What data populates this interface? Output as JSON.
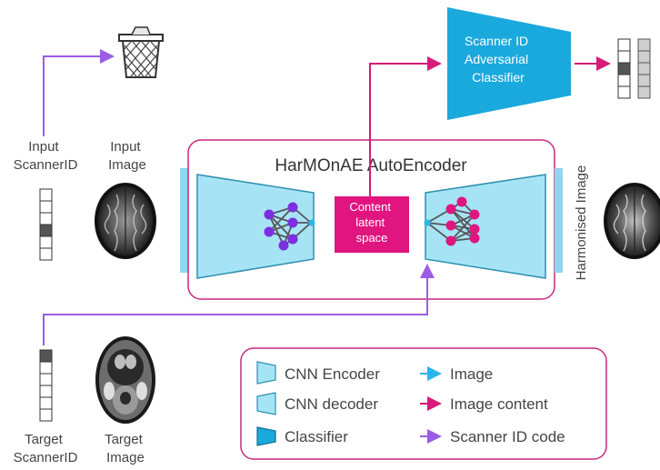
{
  "labels": {
    "input_scanner_id": [
      "Input",
      "ScannerID"
    ],
    "input_image": [
      "Input",
      "Image"
    ],
    "target_scanner_id": [
      "Target",
      "ScannerID"
    ],
    "target_image": [
      "Target",
      "Image"
    ],
    "autoencoder_title": "HarMOnAE AutoEncoder",
    "latent_space": [
      "Content",
      "latent",
      "space"
    ],
    "classifier": [
      "Scanner ID",
      "Adversarial",
      "Classifier"
    ],
    "harmonised_image": "Harmonised Image"
  },
  "legend": {
    "cnn_encoder": "CNN Encoder",
    "cnn_decoder": "CNN decoder",
    "classifier": "Classifier",
    "image_arrow": "Image",
    "image_content_arrow": "Image content",
    "scanner_id_arrow": "Scanner ID code"
  },
  "colors": {
    "encoder_fill": "#a6e4f5",
    "encoder_stroke": "#2e8fae",
    "classifier_fill": "#1aa9dc",
    "latent_fill": "#e0157f",
    "image_arrow": "#29b6e8",
    "content_arrow": "#d81b7a",
    "scanner_id_arrow": "#9b5de5",
    "box_border": "#c8287e",
    "node_purple": "#7b2fe0",
    "node_pink": "#e0157f"
  },
  "icons": {
    "discard": "trash-bin-icon",
    "brain": "brain-mri-icon",
    "network": "neural-network-icon"
  }
}
